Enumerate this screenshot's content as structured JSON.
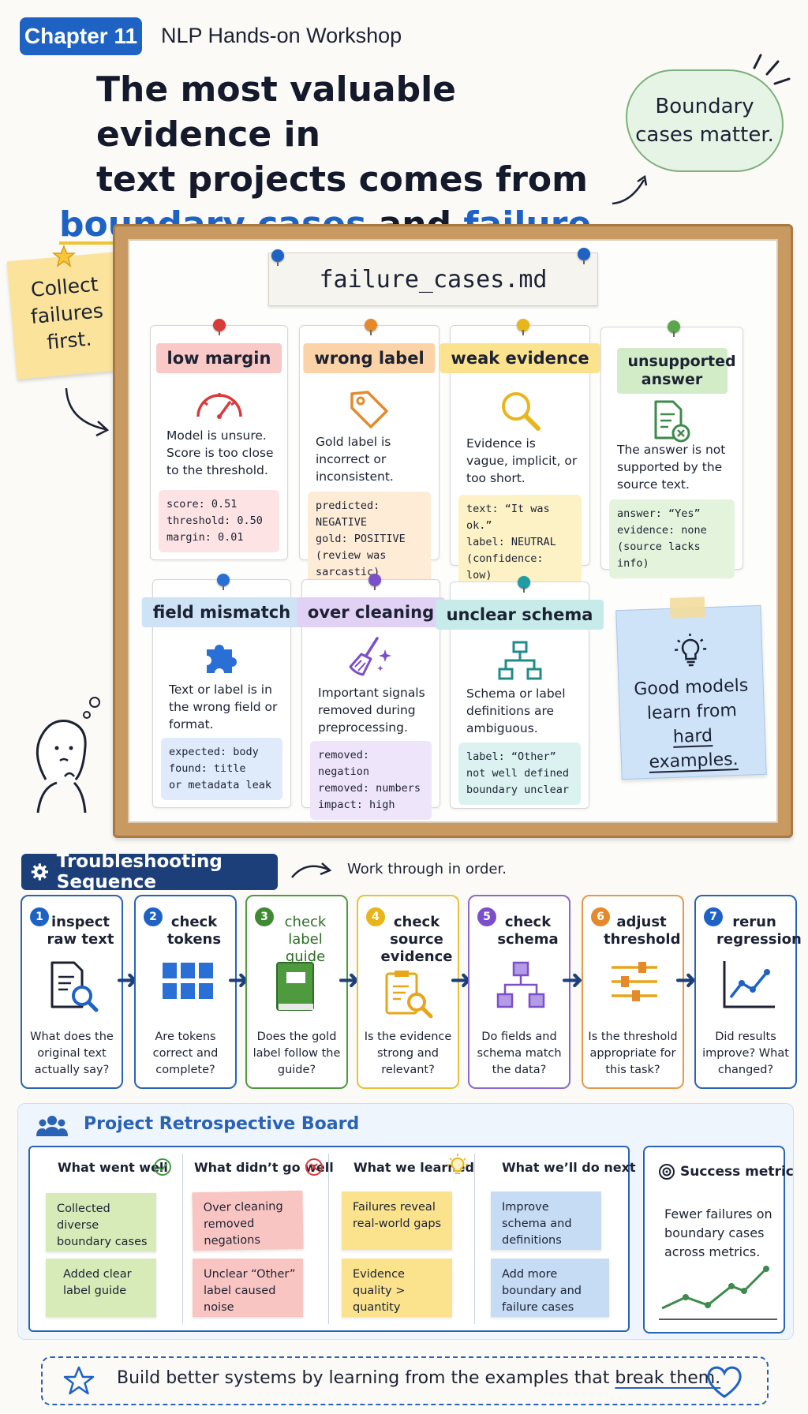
{
  "header": {
    "chapter": "Chapter 11",
    "workshop": "NLP Hands-on Workshop",
    "headline_line1": "The most valuable evidence in",
    "headline_line2": "text projects comes from",
    "headline_em1": "boundary cases",
    "headline_and": " and ",
    "headline_em2": "failure cases",
    "headline_end": ".",
    "cloud_line1": "Boundary",
    "cloud_line2": "cases matter."
  },
  "corkboard": {
    "file_title": "failure_cases.md",
    "side_note_line1": "Collect",
    "side_note_line2": "failures",
    "side_note_line3": "first.",
    "cards": [
      {
        "title": "low margin",
        "desc": "Model is unsure. Score is too close to the threshold.",
        "code1": "score: 0.51",
        "code2": "threshold: 0.50",
        "code3": "margin: 0.01",
        "icon": "gauge-icon"
      },
      {
        "title": "wrong label",
        "desc": "Gold label is incorrect or inconsistent.",
        "code1": "predicted: NEGATIVE",
        "code2": "gold: POSITIVE",
        "code3": "(review was sarcastic)",
        "icon": "tag-icon"
      },
      {
        "title": "weak evidence",
        "desc": "Evidence is vague, implicit, or too short.",
        "code1": "text: “It was ok.”",
        "code2": "label: NEUTRAL",
        "code3": "(confidence: low)",
        "icon": "magnifier-icon"
      },
      {
        "title": "unsupported answer",
        "desc": "The answer is not supported by the source text.",
        "code1": "answer: “Yes”",
        "code2": "evidence: none",
        "code3": "(source lacks info)",
        "icon": "document-x-icon"
      },
      {
        "title": "field mismatch",
        "desc": "Text or label is in the wrong field or format.",
        "code1": "expected: body",
        "code2": "found: title",
        "code3": "or metadata leak",
        "icon": "puzzle-icon"
      },
      {
        "title": "over cleaning",
        "desc": "Important signals removed during preprocessing.",
        "code1": "removed: negation",
        "code2": "removed: numbers",
        "code3": "impact: high",
        "icon": "broom-icon"
      },
      {
        "title": "unclear schema",
        "desc": "Schema or label definitions are ambiguous.",
        "code1": "label: “Other”",
        "code2": "not well defined",
        "code3": "boundary unclear",
        "icon": "hierarchy-icon"
      }
    ],
    "sticky_line1": "Good models",
    "sticky_line2": "learn from",
    "sticky_line3": "hard examples."
  },
  "troubleshooting": {
    "title": "Troubleshooting Sequence",
    "hint": "Work through in order.",
    "steps": [
      {
        "num": "1",
        "title": "inspect raw text",
        "question": "What does the original text actually say?"
      },
      {
        "num": "2",
        "title": "check tokens",
        "question": "Are tokens correct and complete?"
      },
      {
        "num": "3",
        "title": "check label guide",
        "question": "Does the gold label follow the guide?"
      },
      {
        "num": "4",
        "title": "check source evidence",
        "question": "Is the evidence strong and relevant?"
      },
      {
        "num": "5",
        "title": "check schema",
        "question": "Do fields and schema match the data?"
      },
      {
        "num": "6",
        "title": "adjust threshold",
        "question": "Is the threshold appropriate for this task?"
      },
      {
        "num": "7",
        "title": "rerun regression",
        "question": "Did results improve? What changed?"
      }
    ]
  },
  "retro": {
    "title": "Project Retrospective Board",
    "columns": [
      {
        "head": "What went well",
        "notes": [
          "Collected diverse boundary cases",
          "Added clear label guide"
        ]
      },
      {
        "head": "What didn’t go well",
        "notes": [
          "Over cleaning removed negations",
          "Unclear “Other” label caused noise"
        ]
      },
      {
        "head": "What we learned",
        "notes": [
          "Failures reveal real-world gaps",
          "Evidence quality > quantity"
        ]
      },
      {
        "head": "What we’ll do next",
        "notes": [
          "Improve schema and definitions",
          "Add more boundary and failure cases"
        ]
      }
    ],
    "success_title": "Success metric",
    "success_text": "Fewer failures on boundary cases across metrics."
  },
  "footer": {
    "text_start": "Build better systems by learning from the examples that ",
    "text_em": "break them."
  },
  "colors": {
    "brand_blue": "#1e63c4",
    "navy": "#1c3f7a",
    "cork": "#c89a62"
  }
}
